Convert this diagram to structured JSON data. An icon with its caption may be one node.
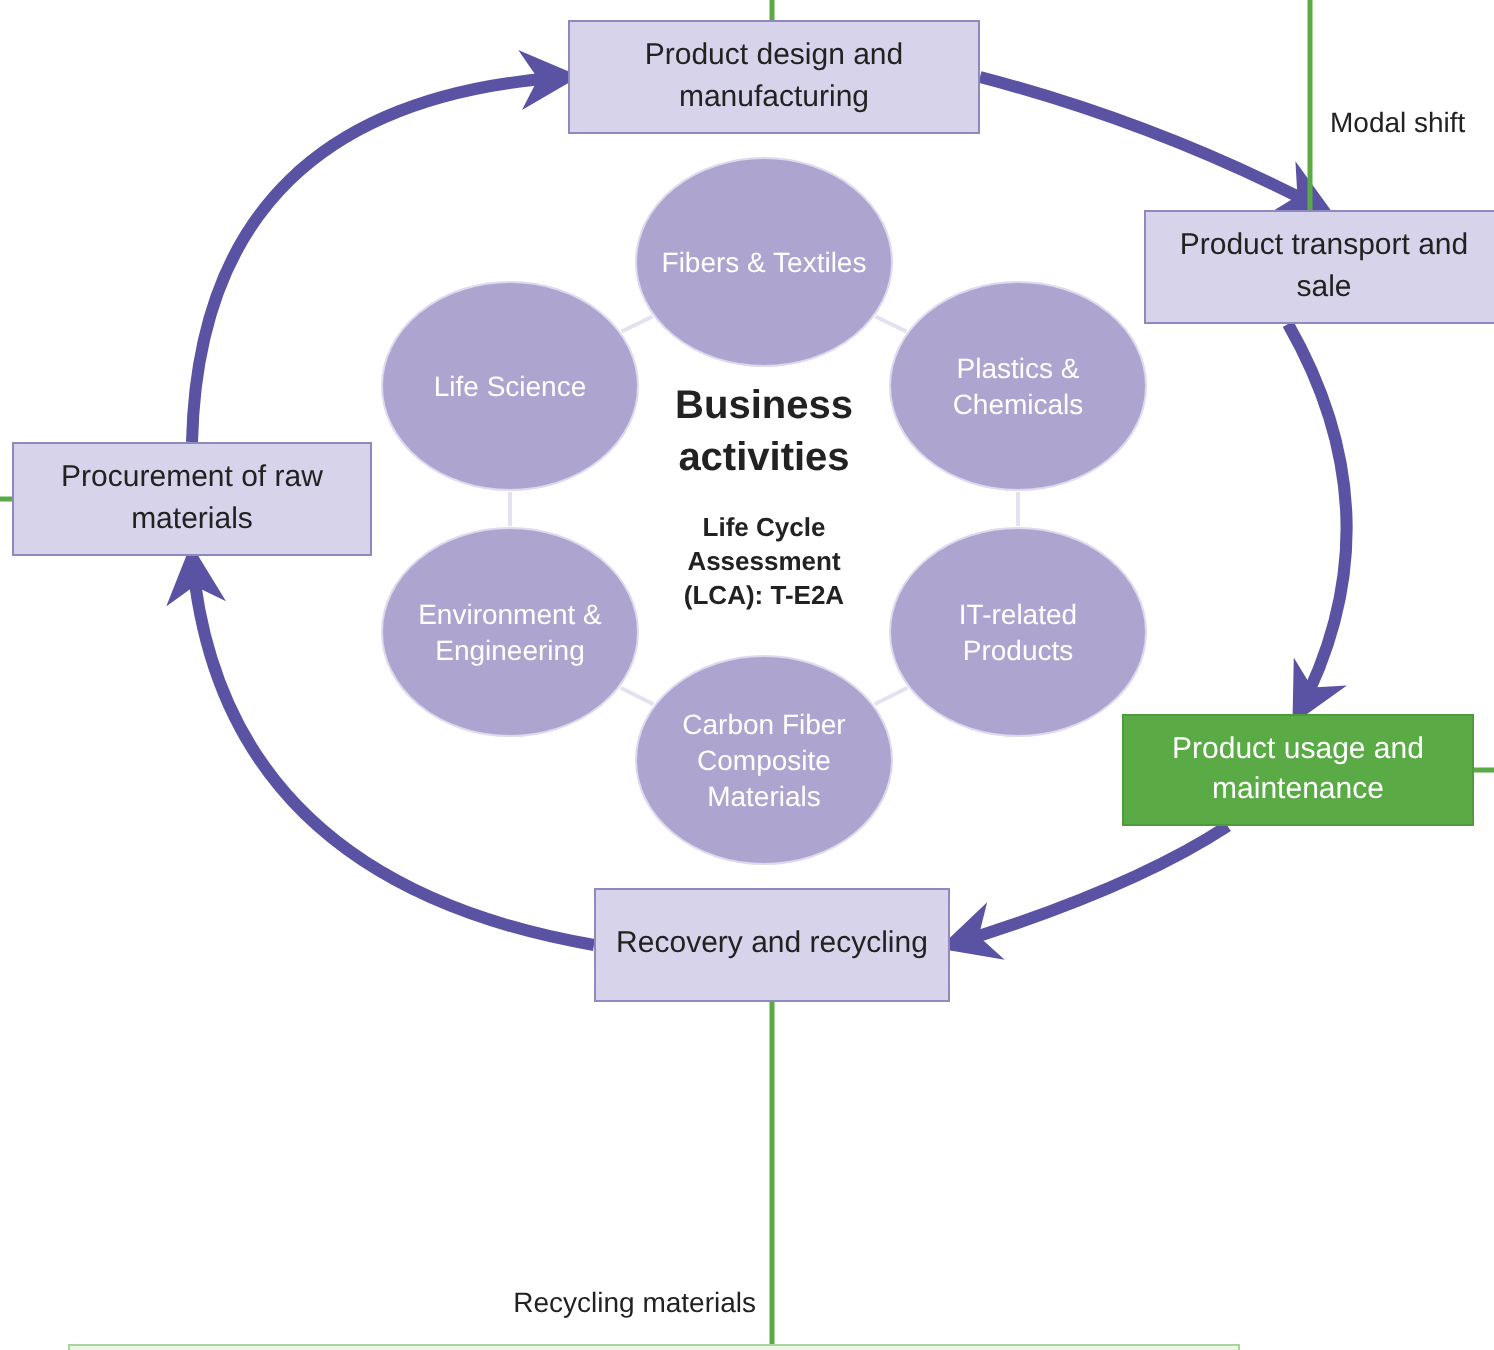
{
  "diagram": {
    "nodes": [
      {
        "text": [
          "Product design and manufacturing"
        ]
      },
      {
        "text": [
          "Product transport and sale"
        ]
      },
      {
        "text": [
          "Product usage and maintenance"
        ]
      },
      {
        "text": [
          "Recovery and recycling"
        ]
      },
      {
        "text": [
          "Procurement of raw materials"
        ]
      },
      {
        "text": [
          "Fibers & Textiles"
        ]
      },
      {
        "text": [
          "Plastics & Chemicals"
        ]
      },
      {
        "text": [
          "IT-related Products"
        ]
      },
      {
        "text": [
          "Carbon Fiber Composite Materials"
        ]
      },
      {
        "text": [
          "Environment & Engineering"
        ]
      },
      {
        "text": [
          "Life Science"
        ]
      },
      {
        "text": [],
        "shape": "box"
      }
    ],
    "edges": [
      {
        "from": 4,
        "to": 0,
        "arrow": "to",
        "style": "thick",
        "color": "#5a52a3"
      },
      {
        "from": 0,
        "to": 1,
        "arrow": "to",
        "style": "thick",
        "color": "#5a52a3"
      },
      {
        "from": 1,
        "to": 2,
        "arrow": "to",
        "style": "thick",
        "color": "#5a52a3"
      },
      {
        "from": 2,
        "to": 3,
        "arrow": "to",
        "style": "thick",
        "color": "#5a52a3"
      },
      {
        "from": 3,
        "to": 4,
        "arrow": "to",
        "style": "thick",
        "color": "#5a52a3"
      },
      {
        "from": null,
        "to": 0,
        "arrow": "none",
        "color": "#5aab46"
      },
      {
        "from": null,
        "to": 1,
        "arrow": "none",
        "label": "Modal shift",
        "color": "#5aab46"
      },
      {
        "from": 2,
        "to": null,
        "arrow": "none",
        "color": "#5aab46"
      },
      {
        "from": 4,
        "to": null,
        "arrow": "none",
        "color": "#5aab46"
      },
      {
        "from": 3,
        "to": 11,
        "arrow": "none",
        "label": "Recycling materials",
        "color": "#5aab46"
      },
      {
        "from": 5,
        "to": 6,
        "arrow": "none"
      },
      {
        "from": 6,
        "to": 7,
        "arrow": "none"
      },
      {
        "from": 7,
        "to": 8,
        "arrow": "none"
      },
      {
        "from": 8,
        "to": 9,
        "arrow": "none"
      },
      {
        "from": 9,
        "to": 10,
        "arrow": "none"
      },
      {
        "from": 10,
        "to": 5,
        "arrow": "none"
      }
    ],
    "labels": [
      "Business activities",
      "Life Cycle Assessment (LCA): T-E2A"
    ]
  }
}
